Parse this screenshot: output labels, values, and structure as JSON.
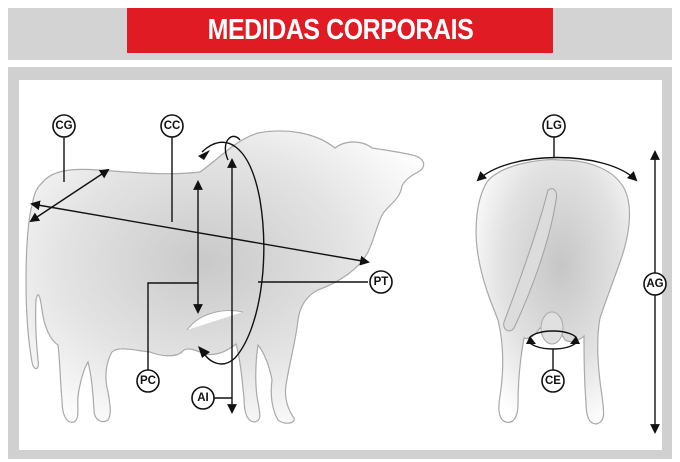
{
  "header": {
    "title": "MEDIDAS CORPORAIS"
  },
  "labels": {
    "cg": "CG",
    "cc": "CC",
    "pt": "PT",
    "pc": "PC",
    "ai": "AI",
    "lg": "LG",
    "ag": "AG",
    "ce": "CE"
  },
  "colors": {
    "title_background": "#e01b24",
    "header_band": "#d3d3d3",
    "panel_frame": "#d0d0d0",
    "line": "#111111"
  }
}
